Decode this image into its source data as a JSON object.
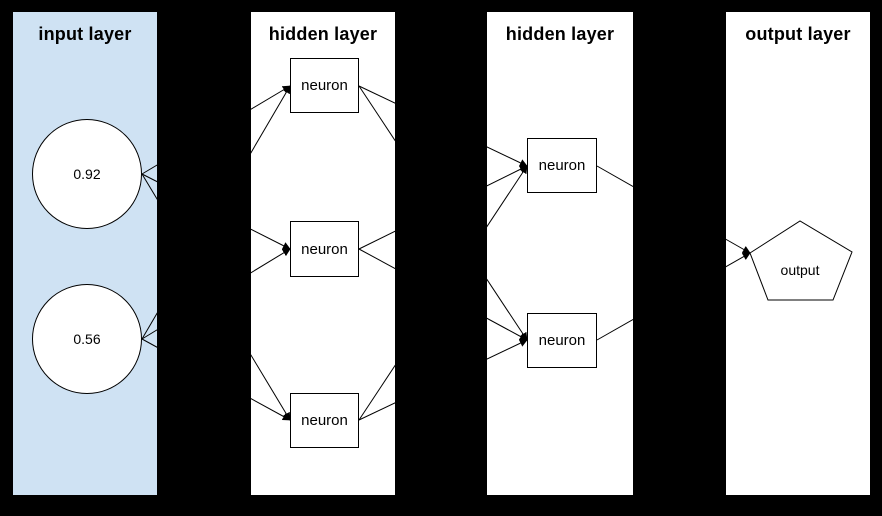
{
  "page": {
    "background": "#000000"
  },
  "colors": {
    "input_panel": "#cfe2f3",
    "panel_white": "#ffffff",
    "stroke": "#000000",
    "text": "#000000"
  },
  "layers": [
    {
      "title": "input layer"
    },
    {
      "title": "hidden layer"
    },
    {
      "title": "hidden layer"
    },
    {
      "title": "output layer"
    }
  ],
  "graph": {
    "nodes": [
      {
        "id": "in1",
        "label": "0.92",
        "shape": "circle",
        "layer": "input layer"
      },
      {
        "id": "in2",
        "label": "0.56",
        "shape": "circle",
        "layer": "input layer"
      },
      {
        "id": "h1n1",
        "label": "neuron",
        "shape": "rect",
        "layer": "hidden layer 1"
      },
      {
        "id": "h1n2",
        "label": "neuron",
        "shape": "rect",
        "layer": "hidden layer 1"
      },
      {
        "id": "h1n3",
        "label": "neuron",
        "shape": "rect",
        "layer": "hidden layer 1"
      },
      {
        "id": "h2n1",
        "label": "neuron",
        "shape": "rect",
        "layer": "hidden layer 2"
      },
      {
        "id": "h2n2",
        "label": "neuron",
        "shape": "rect",
        "layer": "hidden layer 2"
      },
      {
        "id": "out",
        "label": "output",
        "shape": "pentagon",
        "layer": "output layer"
      }
    ],
    "edges": [
      {
        "from": "in1",
        "to": "h1n1"
      },
      {
        "from": "in1",
        "to": "h1n2"
      },
      {
        "from": "in1",
        "to": "h1n3"
      },
      {
        "from": "in2",
        "to": "h1n1"
      },
      {
        "from": "in2",
        "to": "h1n2"
      },
      {
        "from": "in2",
        "to": "h1n3"
      },
      {
        "from": "h1n1",
        "to": "h2n1"
      },
      {
        "from": "h1n1",
        "to": "h2n2"
      },
      {
        "from": "h1n2",
        "to": "h2n1"
      },
      {
        "from": "h1n2",
        "to": "h2n2"
      },
      {
        "from": "h1n3",
        "to": "h2n1"
      },
      {
        "from": "h1n3",
        "to": "h2n2"
      },
      {
        "from": "h2n1",
        "to": "out"
      },
      {
        "from": "h2n2",
        "to": "out"
      }
    ]
  }
}
